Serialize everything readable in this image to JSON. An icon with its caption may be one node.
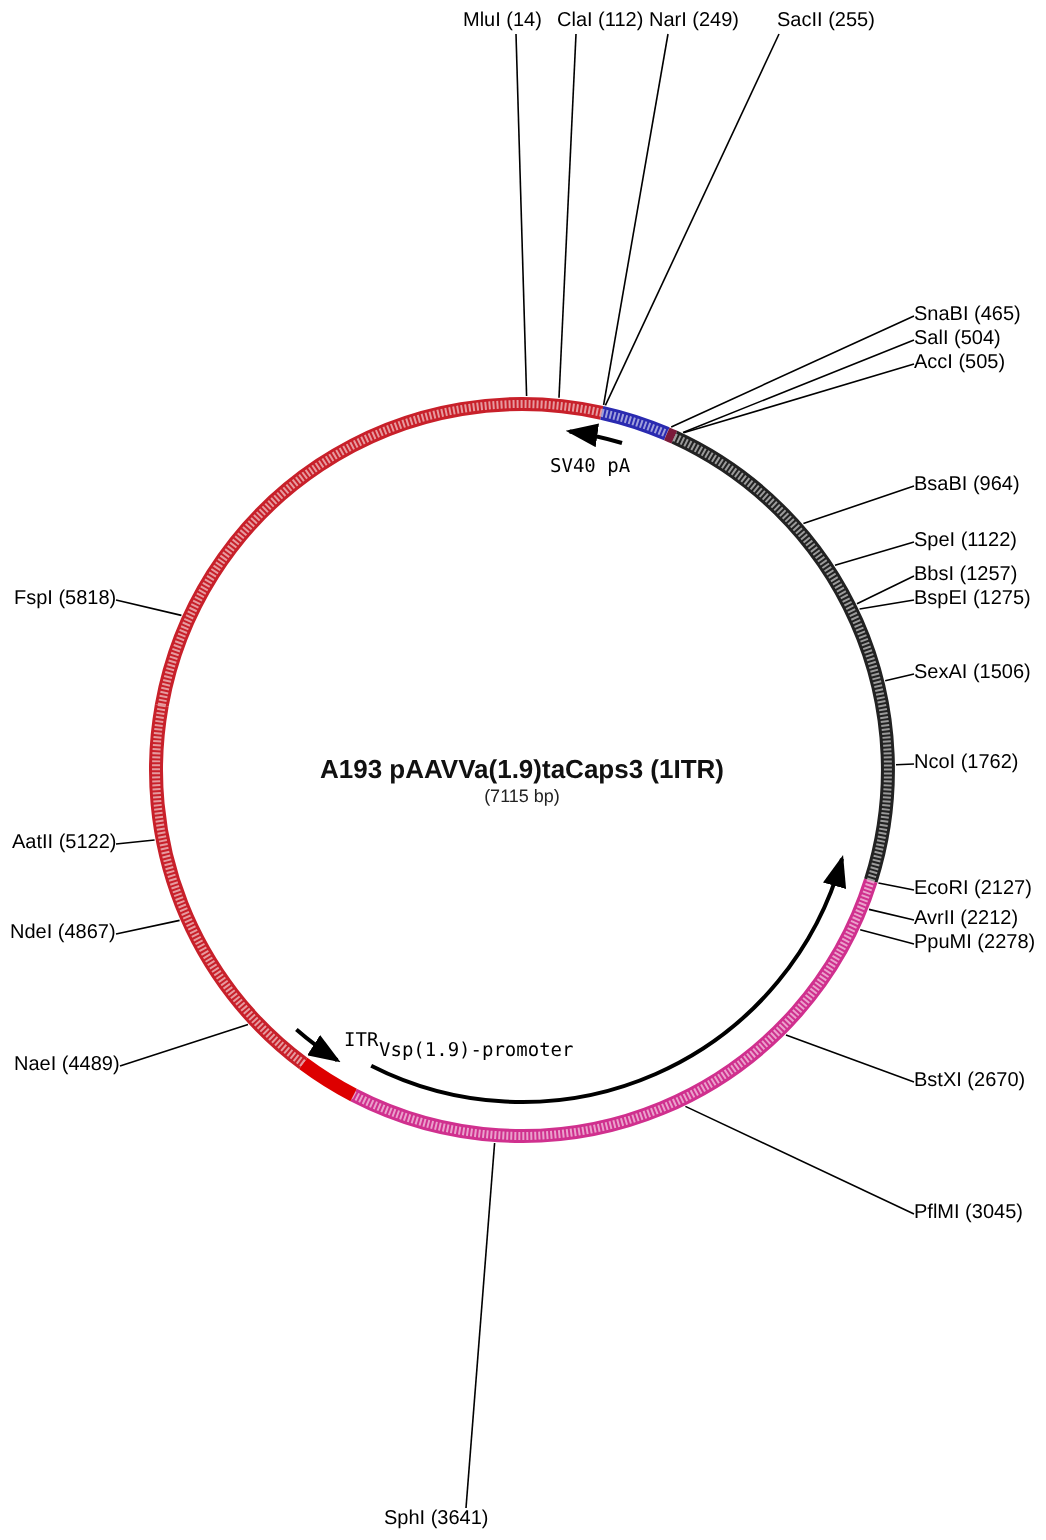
{
  "diagram": {
    "nodes": [
      {
        "text": [
          "A193 pAAVVa(1.9)taCaps3 (1ITR)",
          "(7115 bp)"
        ]
      },
      {
        "text": [
          "MluI (14)"
        ]
      },
      {
        "text": [
          "ClaI (112)"
        ]
      },
      {
        "text": [
          "NarI (249)"
        ]
      },
      {
        "text": [
          "SacII (255)"
        ]
      },
      {
        "text": [
          "SnaBI (465)"
        ]
      },
      {
        "text": [
          "SalI (504)"
        ]
      },
      {
        "text": [
          "AccI (505)"
        ]
      },
      {
        "text": [
          "BsaBI (964)"
        ]
      },
      {
        "text": [
          "SpeI (1122)"
        ]
      },
      {
        "text": [
          "BbsI (1257)"
        ]
      },
      {
        "text": [
          "BspEI (1275)"
        ]
      },
      {
        "text": [
          "SexAI (1506)"
        ]
      },
      {
        "text": [
          "NcoI (1762)"
        ]
      },
      {
        "text": [
          "EcoRI (2127)"
        ]
      },
      {
        "text": [
          "AvrII (2212)"
        ]
      },
      {
        "text": [
          "PpuMI (2278)"
        ]
      },
      {
        "text": [
          "BstXI (2670)"
        ]
      },
      {
        "text": [
          "PflMI (3045)"
        ]
      },
      {
        "text": [
          "SphI (3641)"
        ]
      },
      {
        "text": [
          "NaeI (4489)"
        ]
      },
      {
        "text": [
          "NdeI (4867)"
        ]
      },
      {
        "text": [
          "AatII (5122)"
        ]
      },
      {
        "text": [
          "FspI (5818)"
        ]
      }
    ],
    "edges": [
      {
        "from": 1,
        "to": 0,
        "arrow": "none"
      },
      {
        "from": 2,
        "to": 0,
        "arrow": "none"
      },
      {
        "from": 3,
        "to": 0,
        "arrow": "none"
      },
      {
        "from": 4,
        "to": 0,
        "arrow": "none"
      },
      {
        "from": 5,
        "to": 0,
        "arrow": "none"
      },
      {
        "from": 6,
        "to": 0,
        "arrow": "none"
      },
      {
        "from": 7,
        "to": 0,
        "arrow": "none"
      },
      {
        "from": 8,
        "to": 0,
        "arrow": "none"
      },
      {
        "from": 9,
        "to": 0,
        "arrow": "none"
      },
      {
        "from": 10,
        "to": 0,
        "arrow": "none"
      },
      {
        "from": 11,
        "to": 0,
        "arrow": "none"
      },
      {
        "from": 12,
        "to": 0,
        "arrow": "none"
      },
      {
        "from": 13,
        "to": 0,
        "arrow": "none"
      },
      {
        "from": 14,
        "to": 0,
        "arrow": "none"
      },
      {
        "from": 15,
        "to": 0,
        "arrow": "none"
      },
      {
        "from": 16,
        "to": 0,
        "arrow": "none"
      },
      {
        "from": 17,
        "to": 0,
        "arrow": "none"
      },
      {
        "from": 18,
        "to": 0,
        "arrow": "none"
      },
      {
        "from": 19,
        "to": 0,
        "arrow": "none"
      },
      {
        "from": 20,
        "to": 0,
        "arrow": "none"
      },
      {
        "from": 21,
        "to": 0,
        "arrow": "none"
      },
      {
        "from": 22,
        "to": 0,
        "arrow": "none"
      },
      {
        "from": 23,
        "to": 0,
        "arrow": "none"
      }
    ],
    "labels": [
      "SV40 pA",
      "ITR",
      "Vsp(1.9)-promoter"
    ]
  }
}
